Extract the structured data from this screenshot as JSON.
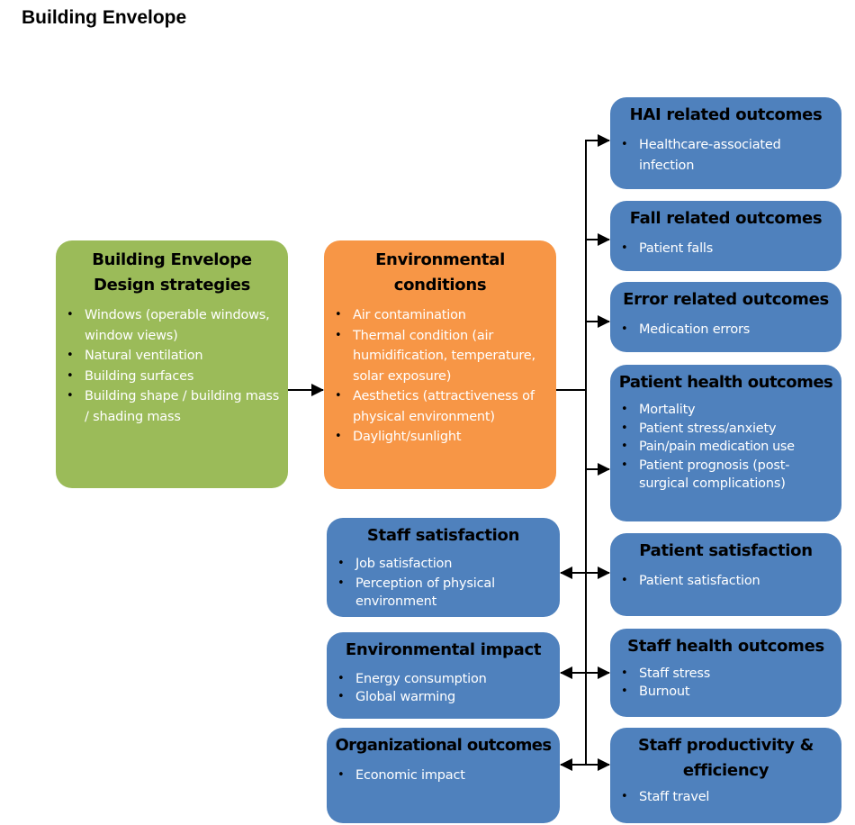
{
  "page_title": "Building Envelope",
  "colors": {
    "design_box": "#9bbb59",
    "conditions_box": "#f79646",
    "outcome_box": "#4f81bd",
    "connector": "#000000",
    "bullet_text": "#ffffff",
    "heading_text": "#000000"
  },
  "design": {
    "title": "Building Envelope Design strategies",
    "items": [
      "Windows (operable windows, window views)",
      "Natural ventilation",
      "Building surfaces",
      "Building shape / building mass / shading mass"
    ]
  },
  "conditions": {
    "title": "Environmental conditions",
    "items": [
      "Air contamination",
      "Thermal condition (air humidification, temperature, solar exposure)",
      "Aesthetics (attractiveness of physical environment)",
      "Daylight/sunlight"
    ]
  },
  "left_outcomes": [
    {
      "title": "Staff satisfaction",
      "items": [
        "Job satisfaction",
        "Perception of physical environment"
      ]
    },
    {
      "title": "Environmental impact",
      "items": [
        "Energy consumption",
        "Global warming"
      ]
    },
    {
      "title": "Organizational outcomes",
      "items": [
        "Economic impact"
      ]
    }
  ],
  "right_outcomes": [
    {
      "title": "HAI related outcomes",
      "items": [
        "Healthcare-associated infection"
      ]
    },
    {
      "title": "Fall related outcomes",
      "items": [
        "Patient falls"
      ]
    },
    {
      "title": "Error related outcomes",
      "items": [
        "Medication errors"
      ]
    },
    {
      "title": "Patient health outcomes",
      "items": [
        "Mortality",
        "Patient stress/anxiety",
        "Pain/pain medication use",
        "Patient prognosis (post-surgical complications)"
      ]
    },
    {
      "title": "Patient satisfaction",
      "items": [
        "Patient satisfaction"
      ]
    },
    {
      "title": "Staff health outcomes",
      "items": [
        "Staff stress",
        "Burnout"
      ]
    },
    {
      "title": "Staff productivity & efficiency",
      "items": [
        "Staff travel"
      ]
    }
  ]
}
